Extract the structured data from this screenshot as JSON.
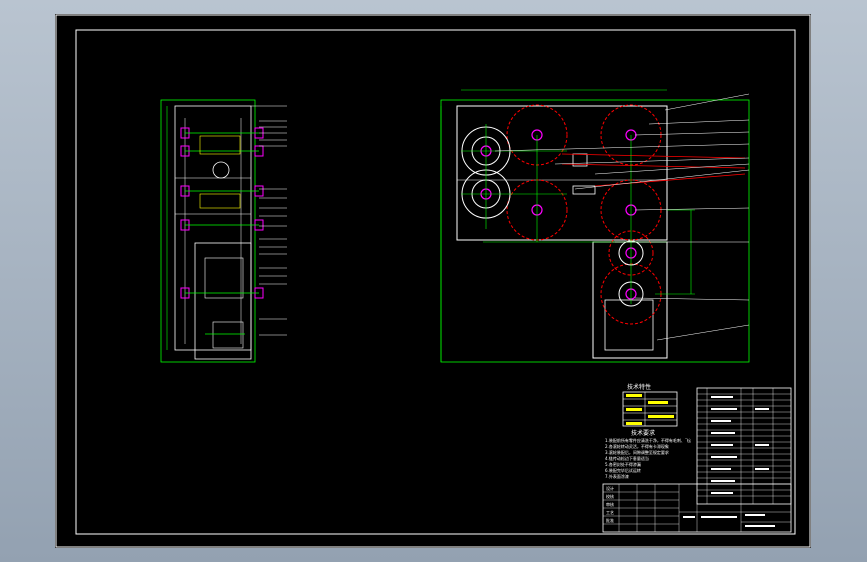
{
  "app": {
    "canvas_label": "CAD drawing viewport"
  },
  "colors": {
    "background_outer": "#a7b3c1",
    "canvas": "#000000",
    "frame": "#ffffff",
    "part_lines": "#ffffff",
    "dimension": "#00ff00",
    "hidden": "#ff0000",
    "highlight": "#ff00ff",
    "annotation": "#ffff00"
  },
  "views": {
    "side_view_name": "side-elevation",
    "front_view_name": "front-elevation"
  },
  "notes": {
    "tech_params_title": "技术特性",
    "tech_requirements_title": "技术要求",
    "requirements": [
      "1.装配前所有零件应清洗干净，不得有毛刺、飞边、氧化皮等",
      "2.各滚轮转动灵活，不得有卡滞现象",
      "3.滚轮装配后，间隙调整至规定要求",
      "4.链传动松边下垂量适当",
      "5.各密封处不得渗漏",
      "6.装配完毕后试运转",
      "7.外表面涂漆"
    ]
  },
  "title_block": {
    "name_cells": [
      "设计",
      "校核",
      "审核",
      "工艺",
      "批准"
    ]
  }
}
